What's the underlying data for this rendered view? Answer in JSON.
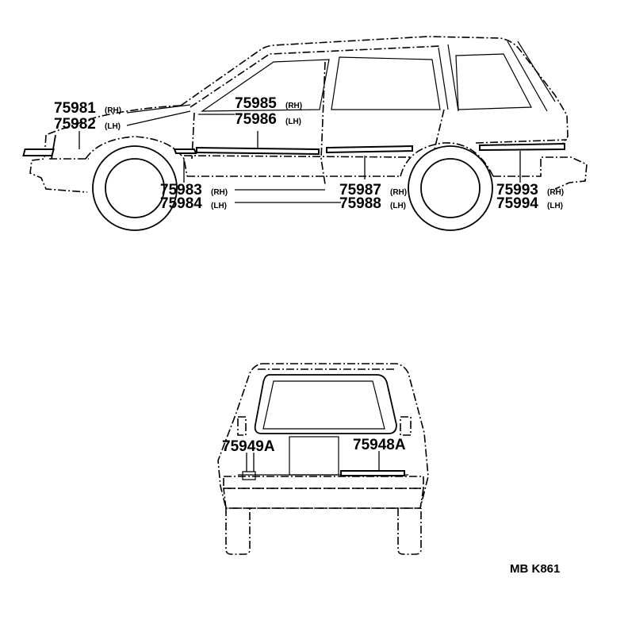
{
  "callouts": {
    "c75981": {
      "num": "75981",
      "side": "(RH)"
    },
    "c75982": {
      "num": "75982",
      "side": "(LH)"
    },
    "c75985": {
      "num": "75985",
      "side": "(RH)"
    },
    "c75986": {
      "num": "75986",
      "side": "(LH)"
    },
    "c75983": {
      "num": "75983",
      "side": "(RH)"
    },
    "c75984": {
      "num": "75984",
      "side": "(LH)"
    },
    "c75987": {
      "num": "75987",
      "side": "(RH)"
    },
    "c75988": {
      "num": "75988",
      "side": "(LH)"
    },
    "c75993": {
      "num": "75993",
      "side": "(RH)"
    },
    "c75994": {
      "num": "75994",
      "side": "(LH)"
    },
    "c75949A": {
      "num": "75949A"
    },
    "c75948A": {
      "num": "75948A"
    }
  },
  "figure_code": "MB K861"
}
